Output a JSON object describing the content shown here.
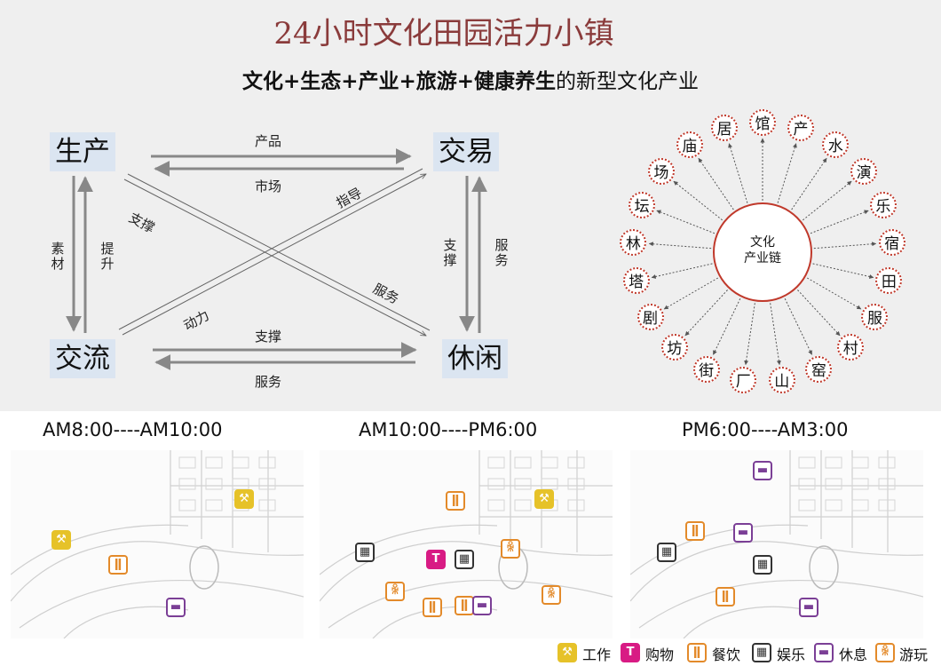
{
  "title": "24小时文化田园活力小镇",
  "subtitle_bold": "文化+生态+产业+旅游+健康养生",
  "subtitle_rest": "的新型文化产业",
  "nodes": {
    "production": "生产",
    "trade": "交易",
    "exchange": "交流",
    "leisure": "休闲"
  },
  "edge_labels": {
    "product": "产品",
    "market": "市场",
    "material": "素材",
    "promote": "提升",
    "support_v": "支撑",
    "service_v": "服务",
    "support_d": "支撑",
    "guide": "指导",
    "power": "动力",
    "service_d": "服务",
    "support_h": "支撑",
    "service_h": "服务"
  },
  "chain": {
    "center": [
      "文化",
      "产业链"
    ],
    "ring": [
      "馆",
      "产",
      "水",
      "演",
      "乐",
      "宿",
      "田",
      "服",
      "村",
      "窑",
      "山",
      "厂",
      "街",
      "坊",
      "剧",
      "塔",
      "林",
      "坛",
      "场",
      "庙",
      "居"
    ]
  },
  "periods": [
    {
      "label": "AM8:00----AM10:00"
    },
    {
      "label": "AM10:00----PM6:00"
    },
    {
      "label": "PM6:00----AM3:00"
    }
  ],
  "legend": [
    {
      "label": "工作",
      "color": "#e6c229",
      "icon": "work-icon"
    },
    {
      "label": "购物",
      "color": "#d81b84",
      "icon": "shopping-icon"
    },
    {
      "label": "餐饮",
      "color": "#e38a2a",
      "icon": "dining-icon"
    },
    {
      "label": "娱乐",
      "color": "#333333",
      "icon": "entertainment-icon"
    },
    {
      "label": "休息",
      "color": "#7b3f96",
      "icon": "rest-icon"
    },
    {
      "label": "游玩",
      "color": "#e38a2a",
      "icon": "play-icon"
    }
  ]
}
